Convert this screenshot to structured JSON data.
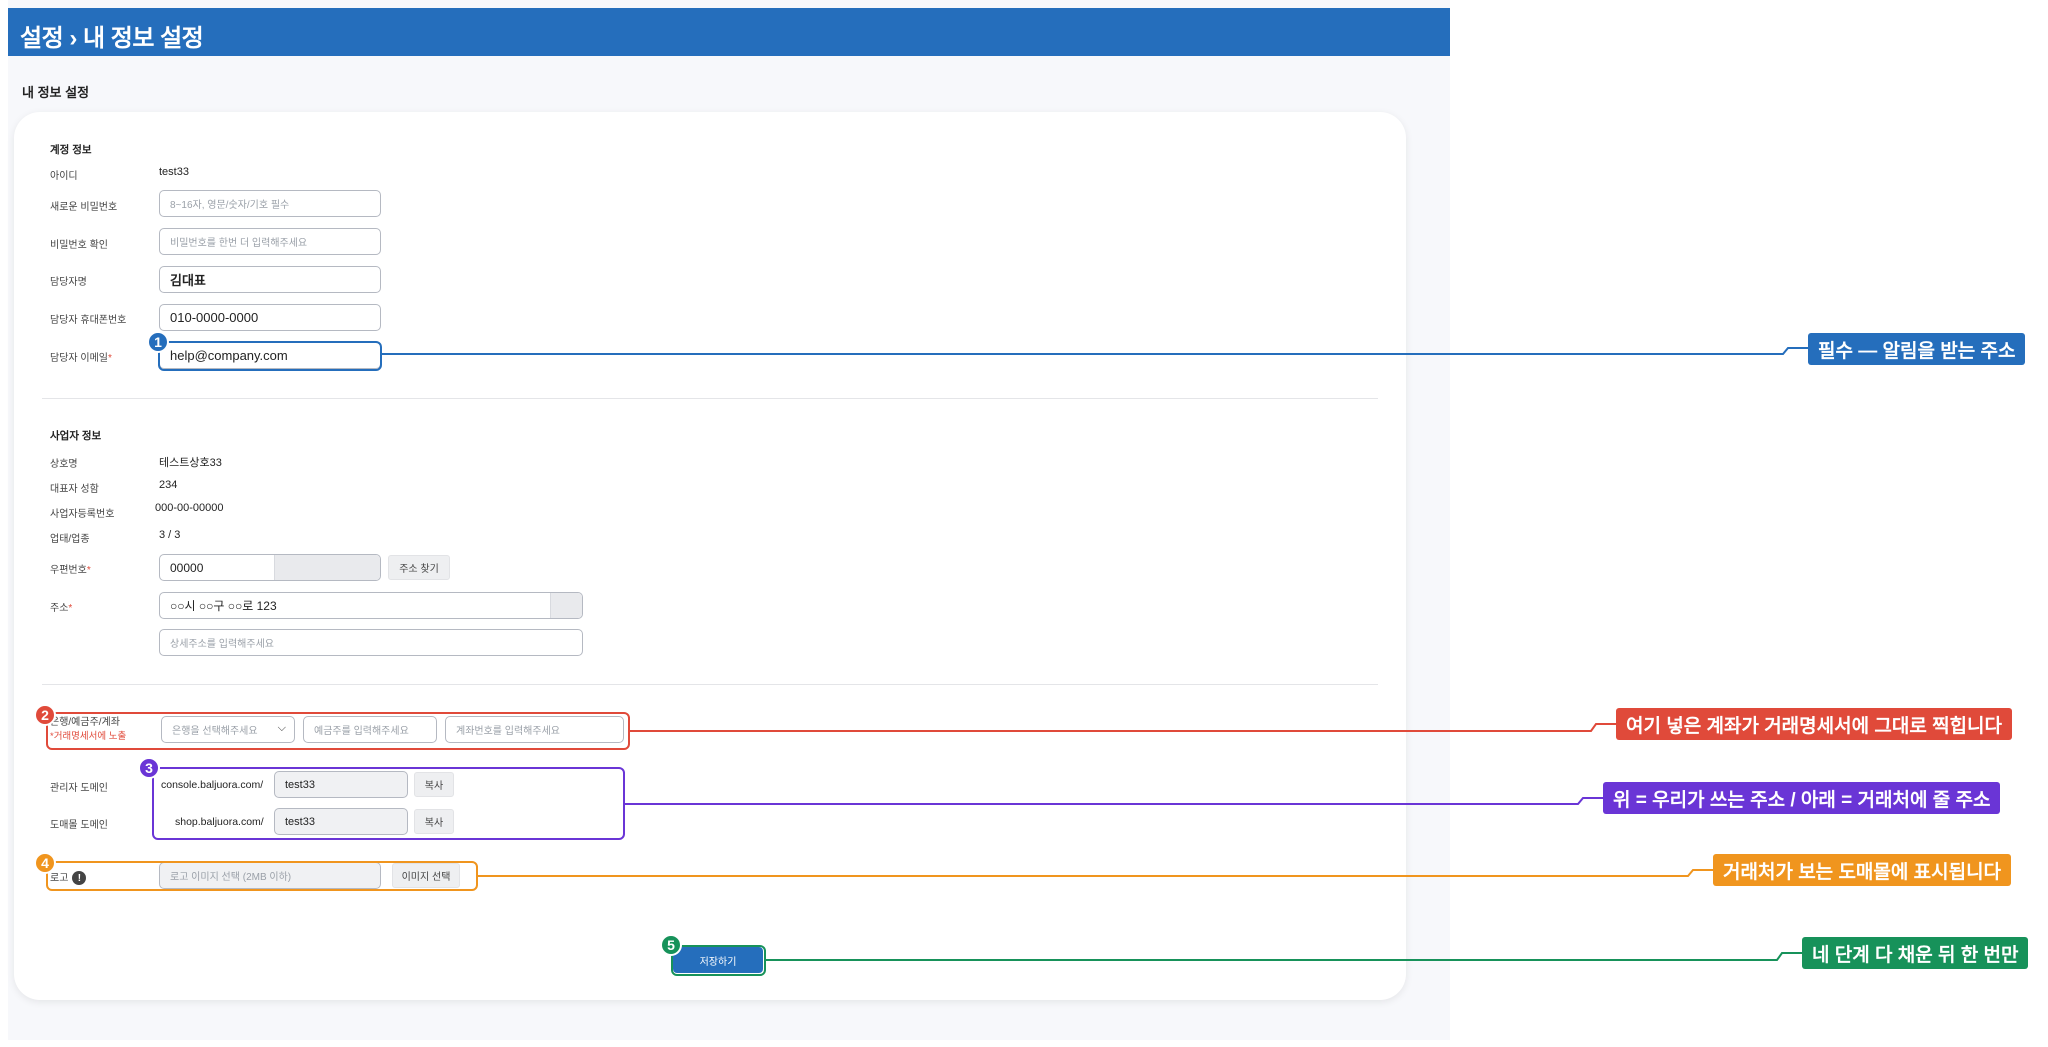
{
  "header": {
    "title": "설정 › 내 정보 설정"
  },
  "page_title": "내 정보 설정",
  "account": {
    "section_title": "계정 정보",
    "id_label": "아이디",
    "id_value": "test33",
    "new_pw_label": "새로운 비밀번호",
    "new_pw_placeholder": "8~16자, 영문/숫자/기호 필수",
    "confirm_pw_label": "비밀번호 확인",
    "confirm_pw_placeholder": "비밀번호를 한번 더 입력해주세요",
    "manager_name_label": "담당자명",
    "manager_name_value": "김대표",
    "manager_phone_label": "담당자 휴대폰번호",
    "manager_phone_value": "010-0000-0000",
    "manager_email_label": "담당자 이메일",
    "manager_email_value": "help@company.com"
  },
  "business": {
    "section_title": "사업자 정보",
    "company_label": "상호명",
    "company_value": "테스트상호33",
    "ceo_label": "대표자 성함",
    "ceo_value": "234",
    "reg_no_label": "사업자등록번호",
    "reg_no_value": "000-00-00000",
    "type_label": "업태/업종",
    "type_value": "3 / 3",
    "zip_label": "우편번호",
    "zip_value": "00000",
    "find_address_button": "주소 찾기",
    "address_label": "주소",
    "address_value": "○○시 ○○구 ○○로 123",
    "detail_address_placeholder": "상세주소를 입력해주세요"
  },
  "bank": {
    "label": "은행/예금주/계좌",
    "sublabel": "*거래명세서에 노출",
    "bank_select_placeholder": "은행을 선택해주세요",
    "holder_placeholder": "예금주를 입력해주세요",
    "account_placeholder": "계좌번호를 입력해주세요"
  },
  "domains": {
    "admin_label": "관리자 도메인",
    "admin_prefix": "console.baljuora.com/",
    "admin_value": "test33",
    "shop_label": "도매몰 도메인",
    "shop_prefix": "shop.baljuora.com/",
    "shop_value": "test33",
    "copy_button": "복사"
  },
  "logo": {
    "label": "로고",
    "placeholder": "로고 이미지 선택 (2MB 이하)",
    "select_button": "이미지 선택"
  },
  "save_button": "저장하기",
  "annotations": [
    {
      "number": "1",
      "text": "필수 — 알림을 받는 주소",
      "color": "#256ebc"
    },
    {
      "number": "2",
      "text": "여기 넣은 계좌가 거래명세서에 그대로 찍힙니다",
      "color": "#e04a3a"
    },
    {
      "number": "3",
      "text": "위 = 우리가 쓰는 주소  /  아래 = 거래처에 줄 주소",
      "color": "#6a35d6"
    },
    {
      "number": "4",
      "text": "거래처가 보는 도매몰에 표시됩니다",
      "color": "#f0951e"
    },
    {
      "number": "5",
      "text": "네 단계 다 채운 뒤 한 번만",
      "color": "#17925a"
    }
  ]
}
